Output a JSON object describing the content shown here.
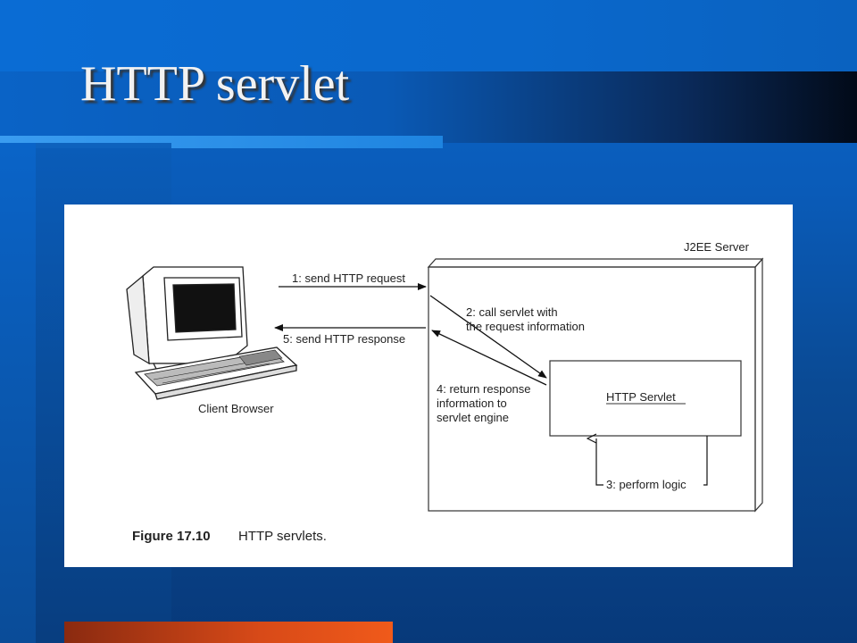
{
  "slide": {
    "title": "HTTP servlet"
  },
  "diagram": {
    "server_label": "J2EE Server",
    "servlet_label": "HTTP Servlet",
    "client_label": "Client Browser",
    "steps": {
      "s1": "1: send HTTP request",
      "s2_line1": "2: call servlet with",
      "s2_line2": "the request information",
      "s3": "3: perform logic",
      "s4_line1": "4: return response",
      "s4_line2": "information to",
      "s4_line3": "servlet engine",
      "s5": "5: send HTTP response"
    },
    "caption_number": "Figure 17.10",
    "caption_text": "HTTP servlets."
  }
}
